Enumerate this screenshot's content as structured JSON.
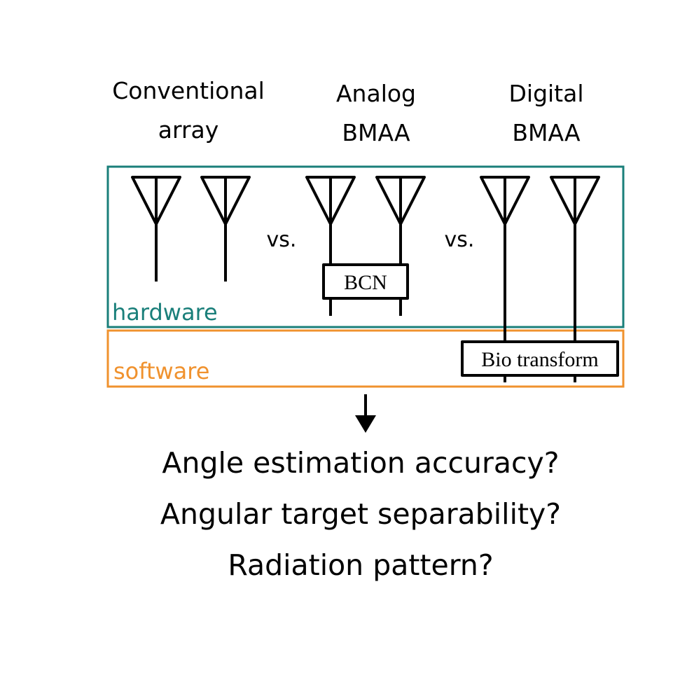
{
  "columns": [
    {
      "title_line1": "Conventional",
      "title_line2": "array"
    },
    {
      "title_line1": "Analog",
      "title_line2": "BMAA"
    },
    {
      "title_line1": "Digital",
      "title_line2": "BMAA"
    }
  ],
  "separators": [
    "vs.",
    "vs."
  ],
  "blocks": {
    "analog": "BCN",
    "digital": "Bio transform"
  },
  "regions": {
    "hardware": {
      "label": "hardware",
      "color": "#1a7f7a"
    },
    "software": {
      "label": "software",
      "color": "#f0922e"
    }
  },
  "questions": [
    "Angle estimation accuracy?",
    "Angular target separability?",
    "Radiation pattern?"
  ]
}
